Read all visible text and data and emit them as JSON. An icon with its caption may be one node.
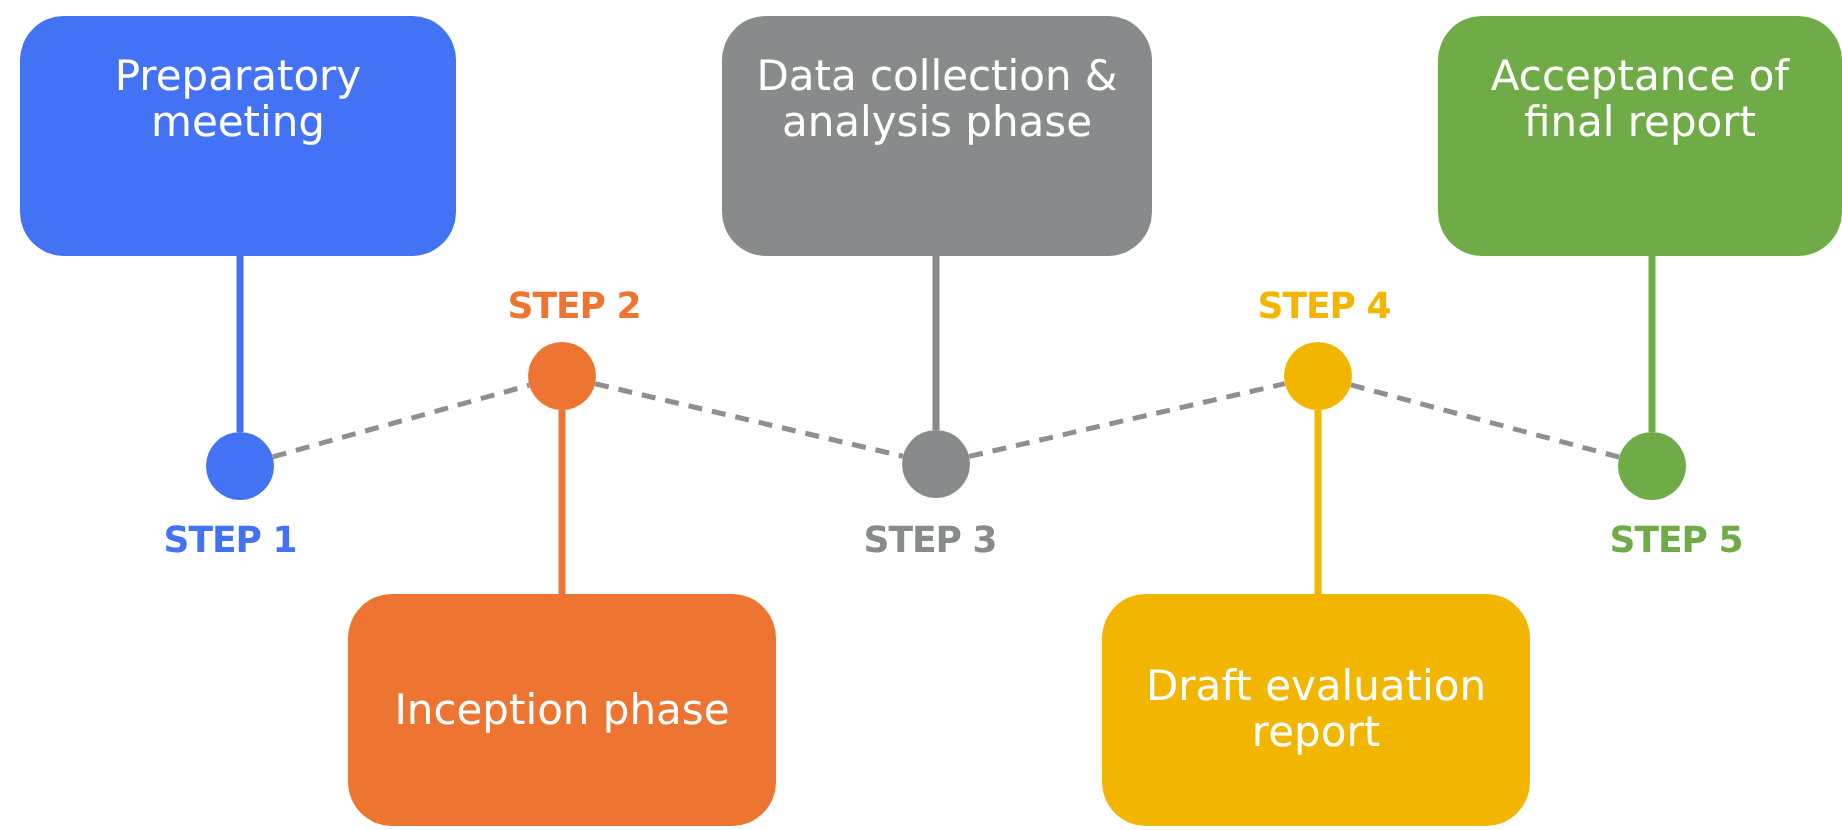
{
  "diagram": {
    "nodes": [
      {
        "text": [
          "Preparatory meeting"
        ]
      },
      {
        "text": [
          "Inception phase"
        ]
      },
      {
        "text": [
          "Data collection & analysis phase"
        ]
      },
      {
        "text": [
          "Draft evaluation report"
        ]
      },
      {
        "text": [
          "Acceptance of final report"
        ]
      },
      {
        "text": [],
        "shape": "circle",
        "beside": [
          "STEP 1"
        ]
      },
      {
        "text": [],
        "shape": "circle",
        "beside": [
          "STEP 2"
        ]
      },
      {
        "text": [],
        "shape": "circle",
        "beside": [
          "STEP 3"
        ]
      },
      {
        "text": [],
        "shape": "circle",
        "beside": [
          "STEP 4"
        ]
      },
      {
        "text": [],
        "shape": "circle",
        "beside": [
          "STEP 5"
        ]
      }
    ],
    "edges": [
      {
        "from": 0,
        "to": 5,
        "arrow": "none",
        "color": "#4472f4"
      },
      {
        "from": 1,
        "to": 6,
        "arrow": "none",
        "color": "#ed7431"
      },
      {
        "from": 2,
        "to": 7,
        "arrow": "none",
        "color": "#888a8c"
      },
      {
        "from": 3,
        "to": 8,
        "arrow": "none",
        "color": "#f2b600"
      },
      {
        "from": 4,
        "to": 9,
        "arrow": "none",
        "color": "#6fac47"
      },
      {
        "from": 5,
        "to": 6,
        "arrow": "none",
        "style": "dashed",
        "color": "#8f8f8f"
      },
      {
        "from": 6,
        "to": 7,
        "arrow": "none",
        "style": "dashed",
        "color": "#8f8f8f"
      },
      {
        "from": 7,
        "to": 8,
        "arrow": "none",
        "style": "dashed",
        "color": "#8f8f8f"
      },
      {
        "from": 8,
        "to": 9,
        "arrow": "none",
        "style": "dashed",
        "color": "#8f8f8f"
      }
    ]
  }
}
